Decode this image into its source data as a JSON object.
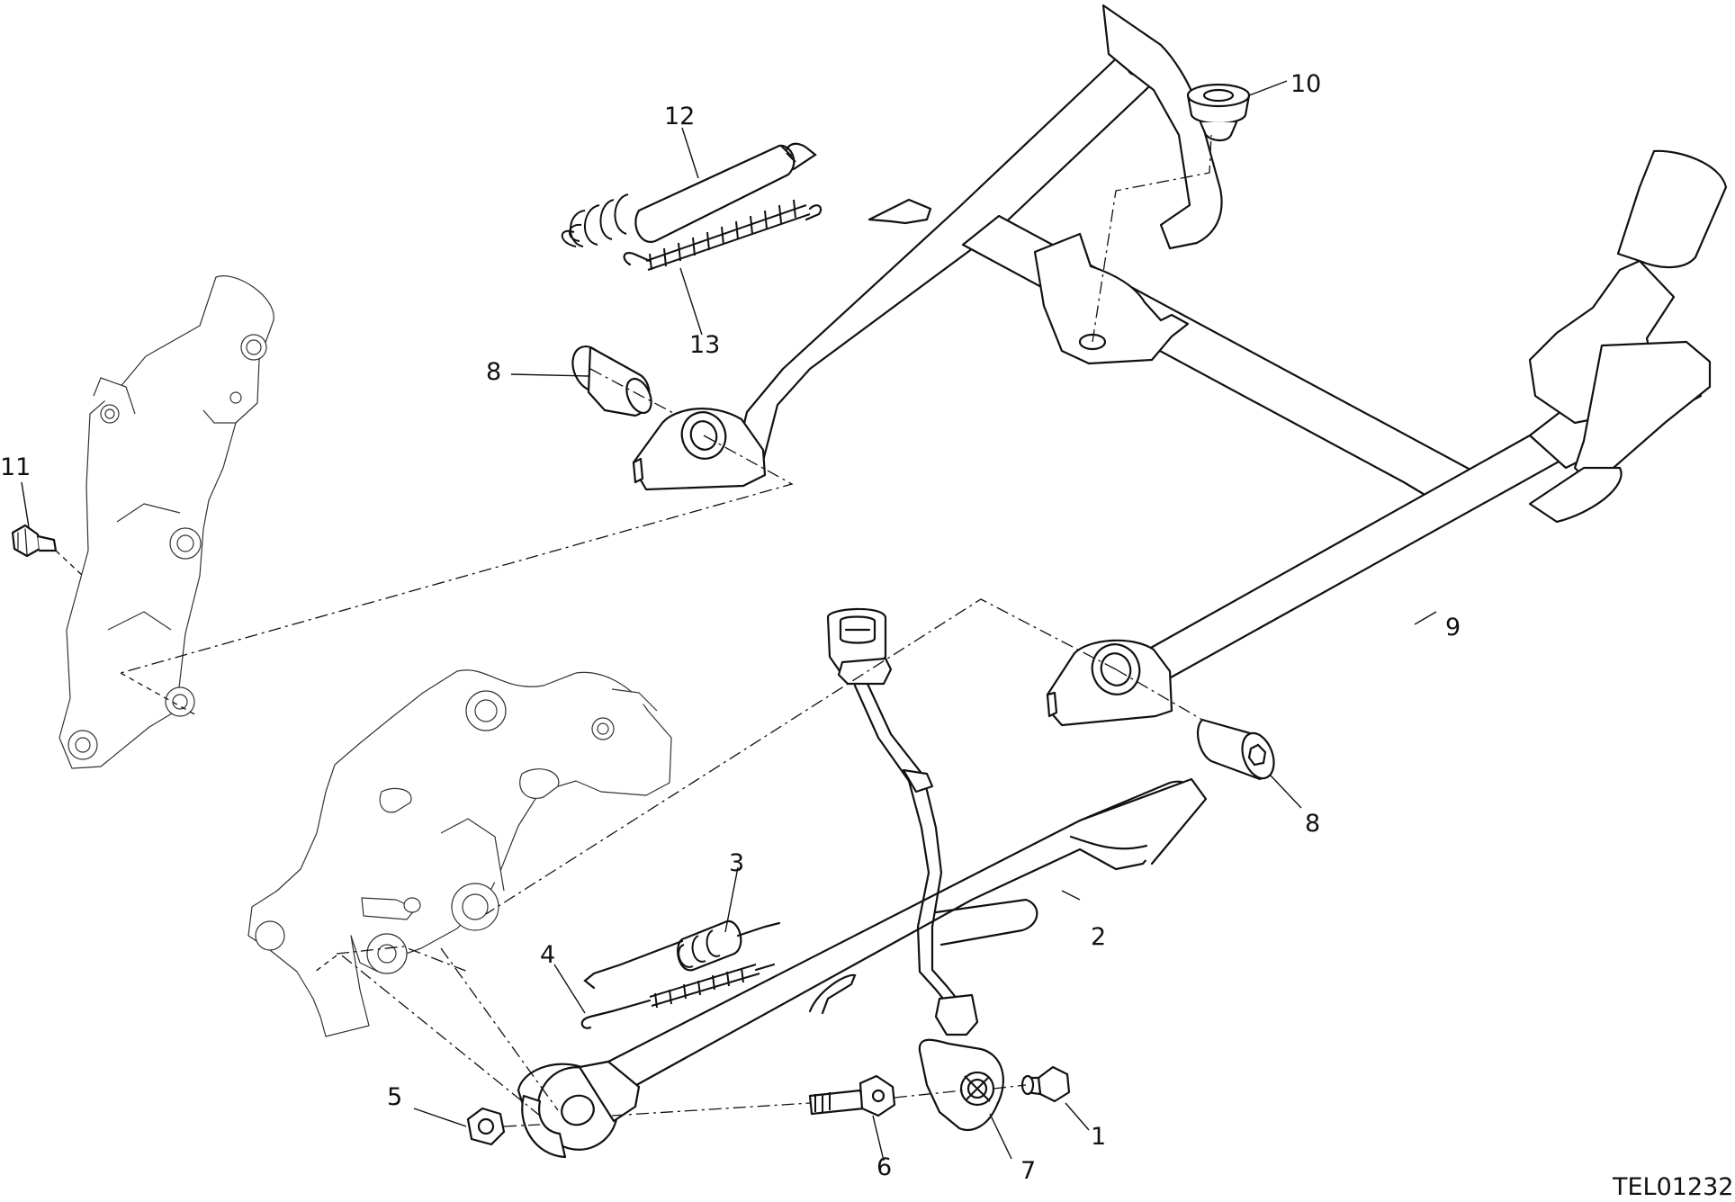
{
  "diagram": {
    "reference_code": "TEL01232",
    "callouts": [
      {
        "id": "c1",
        "label": "1"
      },
      {
        "id": "c2",
        "label": "2"
      },
      {
        "id": "c3",
        "label": "3"
      },
      {
        "id": "c4",
        "label": "4"
      },
      {
        "id": "c5",
        "label": "5"
      },
      {
        "id": "c6",
        "label": "6"
      },
      {
        "id": "c7",
        "label": "7"
      },
      {
        "id": "c8a",
        "label": "8"
      },
      {
        "id": "c8b",
        "label": "8"
      },
      {
        "id": "c9",
        "label": "9"
      },
      {
        "id": "c10",
        "label": "10"
      },
      {
        "id": "c11",
        "label": "11"
      },
      {
        "id": "c12",
        "label": "12"
      },
      {
        "id": "c13",
        "label": "13"
      }
    ]
  }
}
